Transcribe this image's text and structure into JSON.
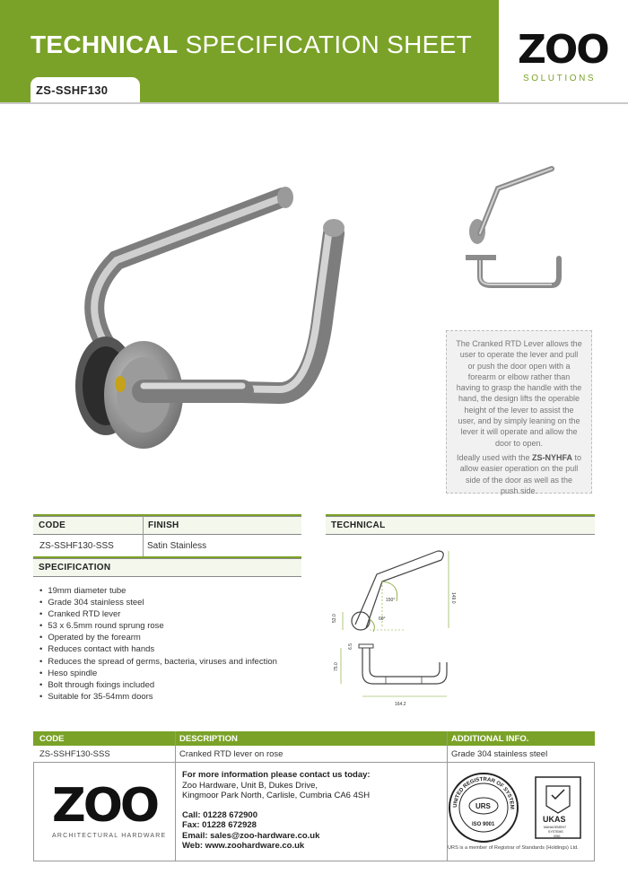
{
  "header": {
    "title_bold": "TECHNICAL",
    "title_light": "SPECIFICATION SHEET",
    "sku": "ZS-SSHF130",
    "brand": "ZOO",
    "brand_sub": "SOLUTIONS",
    "colors": {
      "green": "#7aa228"
    }
  },
  "description": {
    "para1": "The Cranked RTD Lever allows the user to operate the lever and pull or push the door open with a forearm or elbow rather than having to grasp the handle with the hand, the design lifts the operable height of the lever to assist the user, and by simply leaning on the lever it will operate and allow the door to open.",
    "para2_pre": "Ideally used with the",
    "para2_bold": "ZS-NYHFA",
    "para2_post": "to allow easier operation on the pull side of the door as well as the push side."
  },
  "code_table": {
    "code_header": "CODE",
    "finish_header": "FINISH",
    "code_value": "ZS-SSHF130-SSS",
    "finish_value": "Satin Stainless"
  },
  "specification": {
    "header": "SPECIFICATION",
    "items": [
      "19mm diameter tube",
      "Grade 304 stainless steel",
      "Cranked RTD lever",
      "53 x 6.5mm round sprung rose",
      "Operated by the forearm",
      "Reduces contact with hands",
      "Reduces the spread of germs, bacteria, viruses and infection",
      "Heso spindle",
      "Bolt through fixings included",
      "Suitable for 35-54mm doors"
    ]
  },
  "technical": {
    "header": "TECHNICAL",
    "dims": {
      "angle_top": "150°",
      "angle_bottom": "60°",
      "height": "149.0",
      "rose_dia": "53.0",
      "rose_depth": "6.5",
      "projection": "75.0",
      "length": "164.2"
    }
  },
  "bottom_table": {
    "headers": [
      "CODE",
      "DESCRIPTION",
      "ADDITIONAL INFO."
    ],
    "row": [
      "ZS-SSHF130-SSS",
      "Cranked RTD lever on rose",
      "Grade 304 stainless steel"
    ]
  },
  "footer": {
    "brand": "ZOO",
    "brand_sub": "ARCHITECTURAL HARDWARE",
    "contact_heading": "For more information please contact us today:",
    "address": [
      "Zoo Hardware, Unit B, Dukes Drive,",
      "Kingmoor Park North, Carlisle, Cumbria CA6 4SH"
    ],
    "call": "Call: 01228 672900",
    "fax": "Fax: 01228 672928",
    "email": "Email: sales@zoo-hardware.co.uk",
    "web": "Web: www.zoohardware.co.uk",
    "cert_urs_ring": "UNITED REGISTRAR OF SYSTEMS",
    "cert_urs": "URS",
    "cert_iso": "ISO 9001",
    "cert_ukas": "UKAS",
    "cert_ukas_sub1": "MANAGEMENT",
    "cert_ukas_sub2": "SYSTEMS",
    "cert_ukas_num": "0061",
    "cert_caption": "URS is a member of Registrar of Standards (Holdings) Ltd."
  }
}
